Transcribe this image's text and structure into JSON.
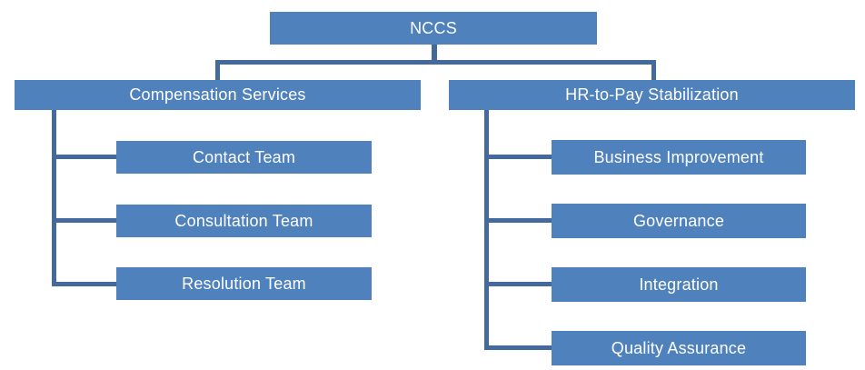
{
  "colors": {
    "box_fill": "#4F81BD",
    "connector": "#44699E",
    "text": "#FFFFFF",
    "background": "#FFFFFF"
  },
  "root": {
    "label": "NCCS"
  },
  "branches": [
    {
      "label": "Compensation Services",
      "children": [
        "Contact Team",
        "Consultation Team",
        "Resolution Team"
      ]
    },
    {
      "label": "HR-to-Pay Stabilization",
      "children": [
        "Business Improvement",
        "Governance",
        "Integration",
        "Quality Assurance"
      ]
    }
  ]
}
